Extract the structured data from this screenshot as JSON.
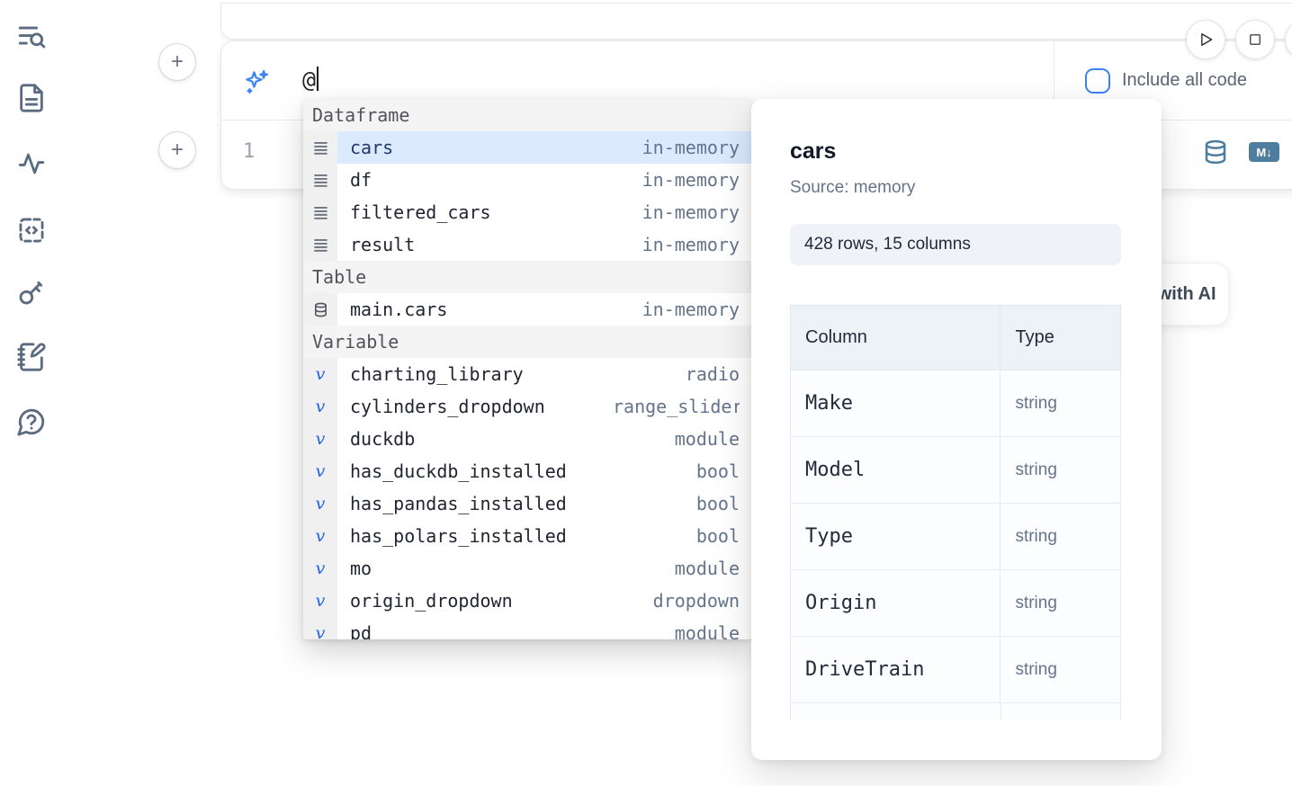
{
  "sidebar": {
    "icons": [
      "list-search",
      "file-text",
      "activity",
      "code-square",
      "key",
      "notebook-pen",
      "help-message"
    ]
  },
  "toolbar": {
    "icons": [
      "play",
      "stop"
    ]
  },
  "ai_prompt": {
    "value": "@",
    "include_all_code_label": "Include all code",
    "include_all_code_checked": false
  },
  "cell": {
    "line_number": "1",
    "output_icons": [
      "database",
      "markdown-export"
    ],
    "markdown_badge": "M↓"
  },
  "autocomplete": {
    "sections": [
      {
        "label": "Dataframe",
        "kind": "dataframe",
        "items": [
          {
            "name": "cars",
            "type": "in-memory",
            "selected": true
          },
          {
            "name": "df",
            "type": "in-memory"
          },
          {
            "name": "filtered_cars",
            "type": "in-memory"
          },
          {
            "name": "result",
            "type": "in-memory"
          }
        ]
      },
      {
        "label": "Table",
        "kind": "table",
        "items": [
          {
            "name": "main.cars",
            "type": "in-memory"
          }
        ]
      },
      {
        "label": "Variable",
        "kind": "variable",
        "items": [
          {
            "name": "charting_library",
            "type": "radio"
          },
          {
            "name": "cylinders_dropdown",
            "type": "range_slider"
          },
          {
            "name": "duckdb",
            "type": "module"
          },
          {
            "name": "has_duckdb_installed",
            "type": "bool"
          },
          {
            "name": "has_pandas_installed",
            "type": "bool"
          },
          {
            "name": "has_polars_installed",
            "type": "bool"
          },
          {
            "name": "mo",
            "type": "module"
          },
          {
            "name": "origin_dropdown",
            "type": "dropdown"
          },
          {
            "name": "pd",
            "type": "module"
          }
        ]
      }
    ]
  },
  "preview": {
    "title": "cars",
    "source": "Source: memory",
    "shape": "428 rows, 15 columns",
    "table": {
      "headers": [
        "Column",
        "Type"
      ],
      "rows": [
        {
          "column": "Make",
          "type": "string"
        },
        {
          "column": "Model",
          "type": "string"
        },
        {
          "column": "Type",
          "type": "string"
        },
        {
          "column": "Origin",
          "type": "string"
        },
        {
          "column": "DriveTrain",
          "type": "string"
        }
      ]
    }
  },
  "generate_ai_button": {
    "label": "Generate with AI"
  },
  "colors": {
    "accent_blue": "#3b82f6",
    "selected_item_bg": "#dbeafe",
    "icon_slate": "#5b6b80",
    "steel_blue": "#4e7d9e"
  }
}
